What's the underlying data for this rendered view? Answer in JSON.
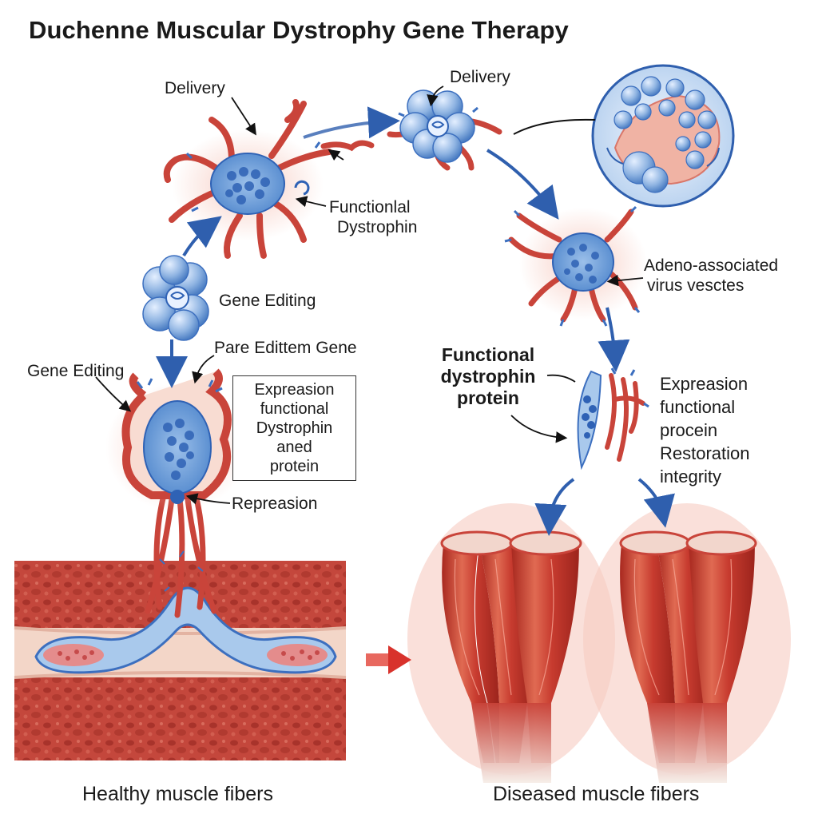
{
  "title": "Duchenne Muscular Dystrophy Gene Therapy",
  "labels": {
    "delivery_left": "Delivery",
    "delivery_top": "Delivery",
    "functional_dystrophin": [
      "Functionlal",
      "Dystrophin"
    ],
    "gene_editing_upper": "Gene Editing",
    "gene_editing_left": "Gene Editing",
    "pare_edited_gene": "Pare Edittem Gene",
    "box_text": [
      "Expreasion",
      "functional",
      "Dystrophin",
      "aned",
      "protein"
    ],
    "repression": "Repreasion",
    "aav": [
      "Adeno-associated",
      "virus vesctes"
    ],
    "functional_protein": [
      "Functional",
      "dystrophin",
      "protein"
    ],
    "expression_right": [
      "Expreasion",
      "functional",
      "procein",
      "Restoration",
      "integrity"
    ]
  },
  "captions": {
    "healthy": "Healthy muscle fibers",
    "diseased": "Diseased muscle fibers"
  },
  "colors": {
    "muscle_red": "#c9443a",
    "muscle_light": "#e58d7c",
    "vesicle_blue": "#7fa9d8",
    "vesicle_dark": "#2f62b5",
    "arrow_blue": "#2f5fae",
    "arrow_red": "#d8322c"
  }
}
